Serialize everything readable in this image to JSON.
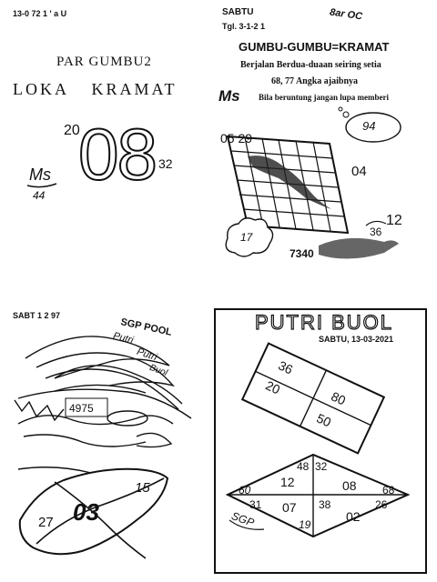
{
  "panel_tl": {
    "date": "13-0 72 1 ' a U",
    "title": "PAR GUMBU2",
    "subtitle": "LOKA KRAMAT",
    "num_top_left": "20",
    "num_big": "08",
    "num_right": "32",
    "ms_label": "Ms",
    "ms_number": "44"
  },
  "panel_tr": {
    "day": "SABTU",
    "tgl": "Tgl. 3-1-2 1",
    "top_right": "8ar OC",
    "title": "GUMBU-GUMBU=KRAMAT",
    "line1": "Berjalan Berdua-duaan seiring setia",
    "line2": "68, 77 Angka ajaibnya",
    "ms_label": "Ms",
    "line3": "Bila beruntung jangan lupa memberi",
    "bubble_num": "94",
    "map_top": "05 29",
    "map_right": "04",
    "num_12": "12",
    "num_36": "36",
    "cloud_num": "17",
    "num_7340": "7340"
  },
  "panel_bl": {
    "day": "SABT 1 2 97",
    "sgp_label": "SGP POOL",
    "scribble1": "Putri",
    "scribble2": "Putri",
    "scribble3": "Buol",
    "num_4975": "4975",
    "num_15": "15",
    "num_27": "27",
    "num_03": "03"
  },
  "panel_br": {
    "title": "PUTRI BUOL",
    "date": "SABTU, 13-03-2021",
    "box": [
      "36",
      "20",
      "80",
      "50"
    ],
    "diamond": [
      "48",
      "32",
      "12",
      "08",
      "60",
      "68",
      "31",
      "07",
      "38",
      "26",
      "02",
      "19"
    ],
    "sgp_label": "SGP"
  }
}
